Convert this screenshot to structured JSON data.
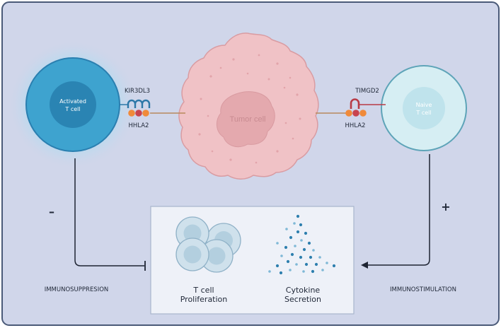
{
  "activated_cell": {
    "line1": "Activated",
    "line2": "T cell"
  },
  "naive_cell": {
    "line1": "Naive",
    "line2": "T cell"
  },
  "tumor_cell": {
    "label": "Tumor cell"
  },
  "left_receptor": {
    "name": "KIR3DL3",
    "ligand": "HHLA2"
  },
  "right_receptor": {
    "name": "TIMGD2",
    "ligand": "HHLA2"
  },
  "left_effect": {
    "sign": "–",
    "label": "IMMUNOSUPPRESION"
  },
  "right_effect": {
    "sign": "+",
    "label": "IMMUNOSTIMULATION"
  },
  "outcomes": {
    "proliferation_line1": "T cell",
    "proliferation_line2": "Proliferation",
    "cytokine_line1": "Cytokine",
    "cytokine_line2": "Secretion"
  },
  "colors": {
    "panel_bg": "#d0d6ea",
    "panel_border": "#4a5a78",
    "activated": "#3ea3cf",
    "activated_nucleus": "#2a84b3",
    "naive": "#d6eef3",
    "naive_nucleus": "#bfe3ec",
    "tumor": "#f0c2c6",
    "tumor_nucleus": "#e4a9ae",
    "ligand_orange": "#f08a3a",
    "ligand_red": "#c8444f",
    "kir_blue": "#2d78a8",
    "timgd2_red": "#b83a45"
  }
}
